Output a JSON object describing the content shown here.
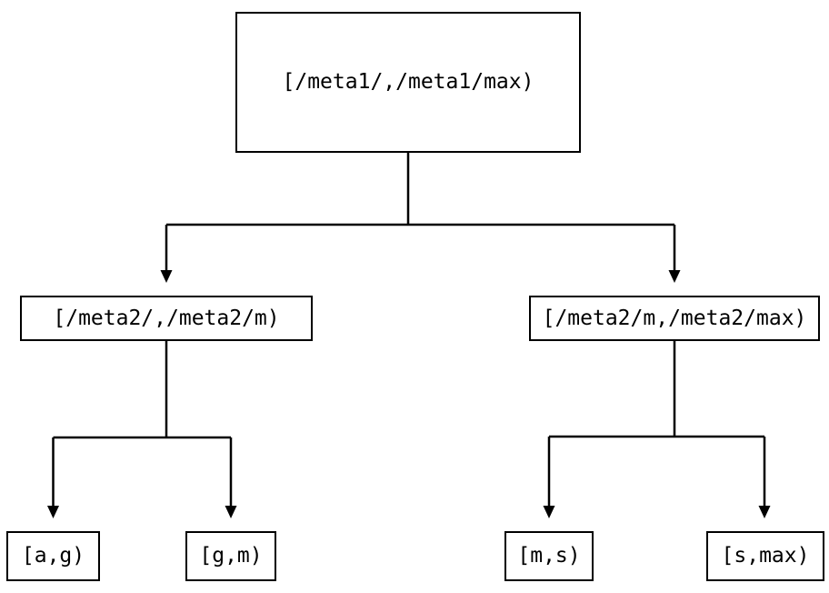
{
  "diagram": {
    "type": "tree",
    "nodes": {
      "root": {
        "label": "[/meta1/,/meta1/max)"
      },
      "left_child": {
        "label": "[/meta2/,/meta2/m)"
      },
      "right_child": {
        "label": "[/meta2/m,/meta2/max)"
      },
      "leaf_ag": {
        "label": "[a,g)"
      },
      "leaf_gm": {
        "label": "[g,m)"
      },
      "leaf_ms": {
        "label": "[m,s)"
      },
      "leaf_smax": {
        "label": "[s,max)"
      }
    },
    "edges": [
      {
        "from": "root",
        "to": "left_child"
      },
      {
        "from": "root",
        "to": "right_child"
      },
      {
        "from": "left_child",
        "to": "leaf_ag"
      },
      {
        "from": "left_child",
        "to": "leaf_gm"
      },
      {
        "from": "right_child",
        "to": "leaf_ms"
      },
      {
        "from": "right_child",
        "to": "leaf_smax"
      }
    ],
    "colors": {
      "line": "#000000",
      "text": "#000000",
      "background": "#ffffff"
    }
  }
}
